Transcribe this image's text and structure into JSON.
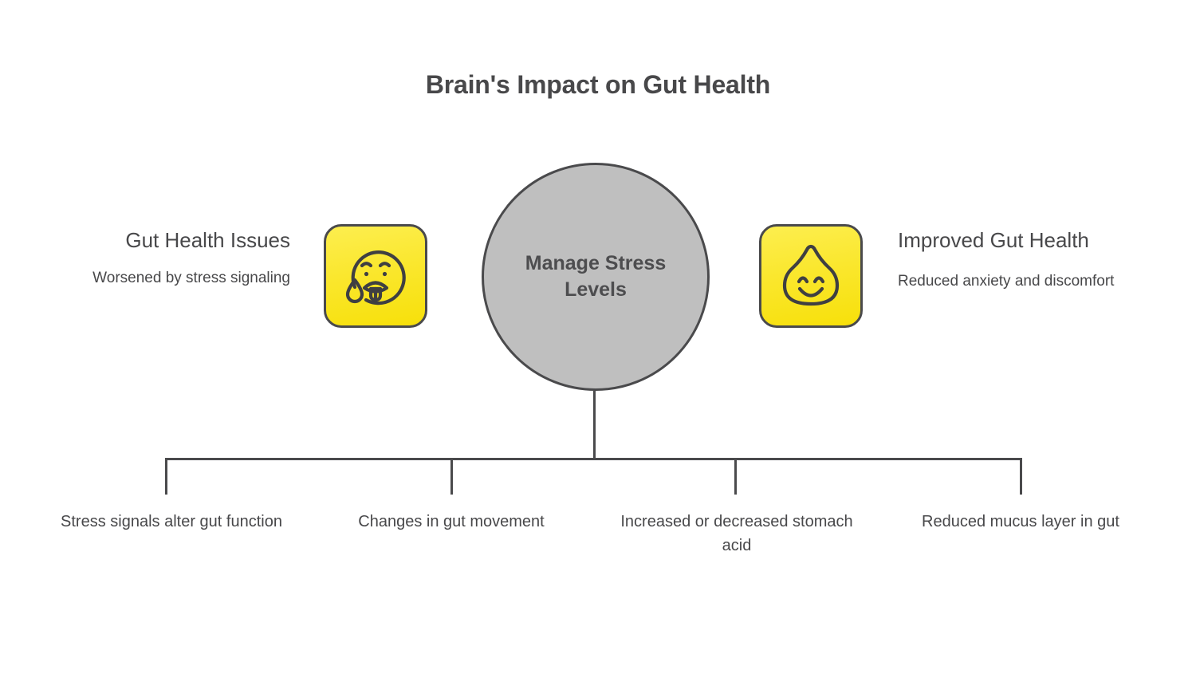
{
  "diagram": {
    "title": "Brain's Impact on Gut Health",
    "center": {
      "label": "Manage Stress Levels"
    },
    "left": {
      "title": "Gut Health Issues",
      "subtitle": "Worsened by stress signaling",
      "icon": "nauseated-face-icon"
    },
    "right": {
      "title": "Improved Gut Health",
      "subtitle": "Reduced anxiety and discomfort",
      "icon": "happy-blob-face-icon"
    },
    "branches": [
      {
        "label": "Stress signals alter gut function"
      },
      {
        "label": "Changes in gut movement"
      },
      {
        "label": "Increased or decreased stomach acid"
      },
      {
        "label": "Reduced mucus layer in gut"
      }
    ],
    "colors": {
      "background": "#ffffff",
      "text": "#48484a",
      "line": "#4a4a4c",
      "center_fill": "#bfbfbf",
      "icon_yellow_light": "#fdee4f",
      "icon_yellow_dark": "#f7e00a"
    }
  }
}
